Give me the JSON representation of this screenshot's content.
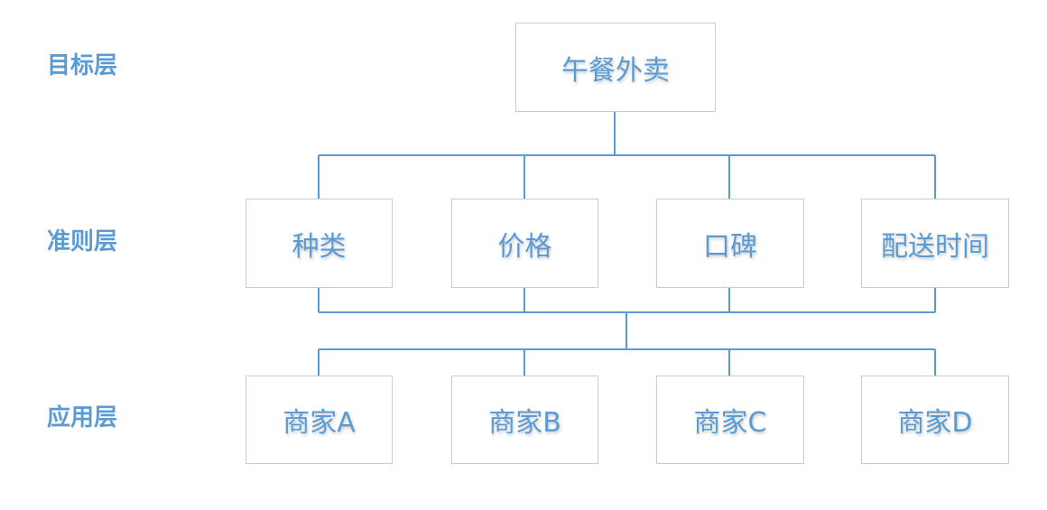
{
  "layers": {
    "goal": "目标层",
    "criteria": "准则层",
    "application": "应用层"
  },
  "goal": {
    "label": "午餐外卖"
  },
  "criteria": [
    {
      "label": "种类"
    },
    {
      "label": "价格"
    },
    {
      "label": "口碑"
    },
    {
      "label": "配送时间"
    }
  ],
  "alternatives": [
    {
      "label": "商家A"
    },
    {
      "label": "商家B"
    },
    {
      "label": "商家C"
    },
    {
      "label": "商家D"
    }
  ],
  "colors": {
    "accent": "#5b9bd5",
    "box_border": "#c9cdd2",
    "background": "#ffffff"
  }
}
